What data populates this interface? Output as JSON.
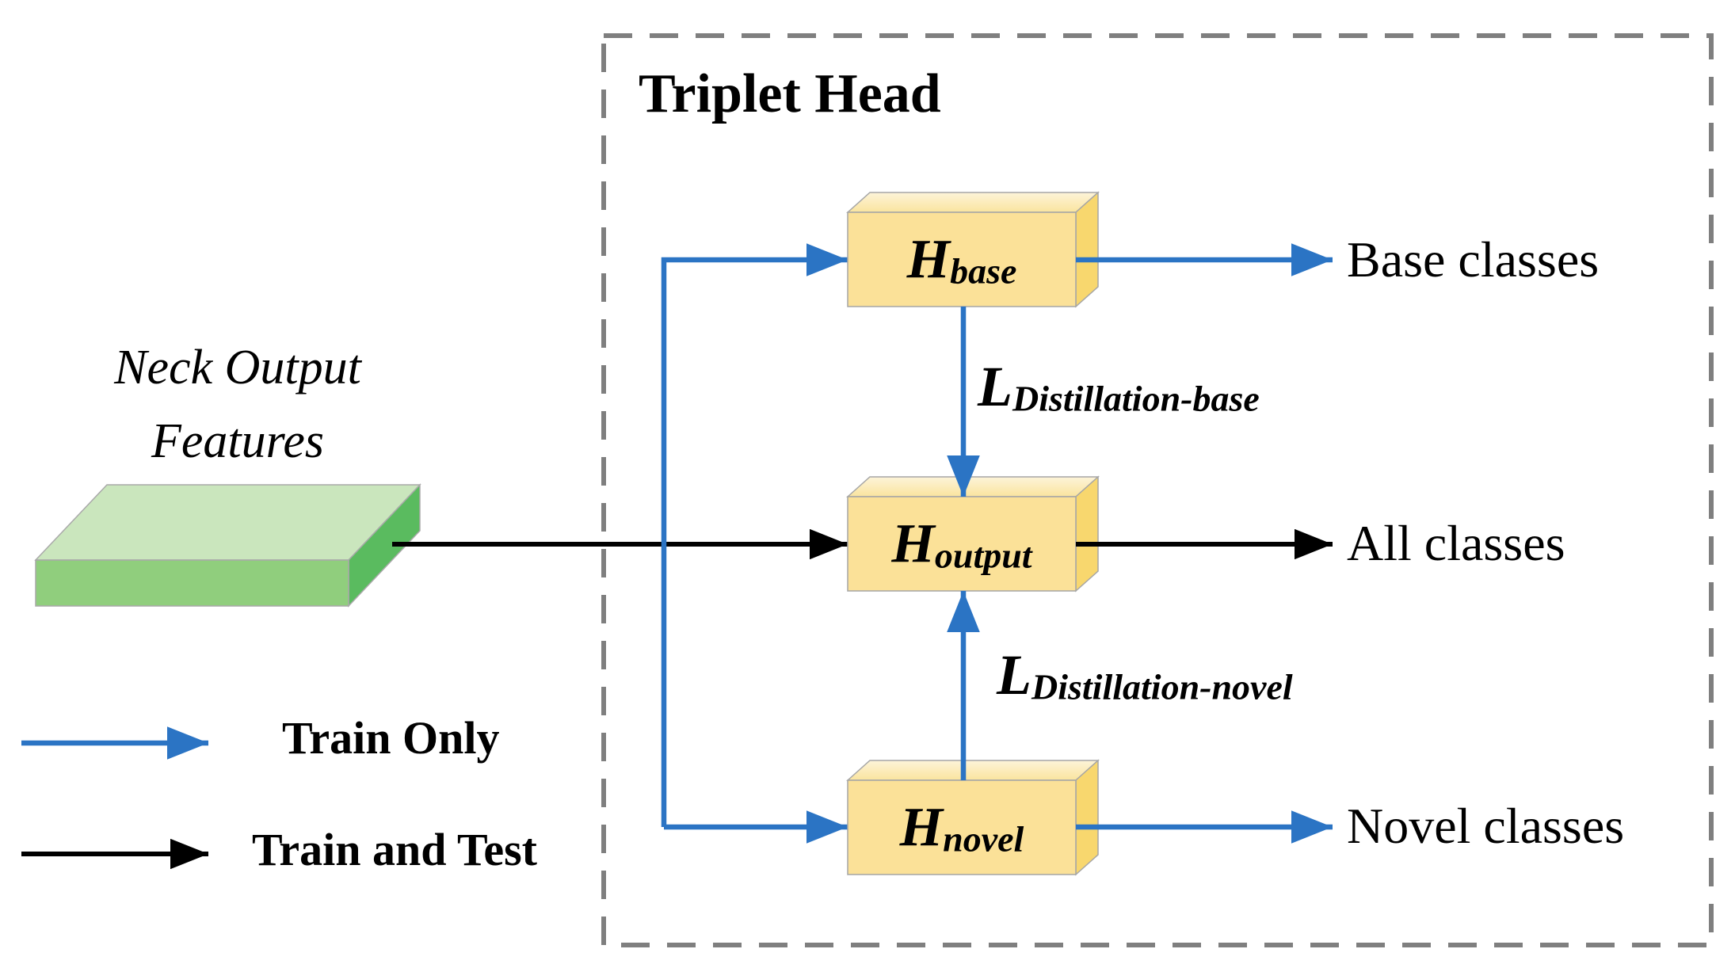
{
  "title": "Triplet Head",
  "input": {
    "line1": "Neck Output",
    "line2": "Features"
  },
  "boxes": {
    "base": {
      "main": "H",
      "sub": "base"
    },
    "output": {
      "main": "H",
      "sub": "output"
    },
    "novel": {
      "main": "H",
      "sub": "novel"
    }
  },
  "losses": {
    "base": {
      "main": "L",
      "sub": "Distillation-base"
    },
    "novel": {
      "main": "L",
      "sub": "Distillation-novel"
    }
  },
  "outputs": {
    "base": "Base classes",
    "all": "All classes",
    "novel": "Novel classes"
  },
  "legend": {
    "train_only": "Train Only",
    "train_and_test": "Train and Test"
  },
  "colors": {
    "train_only_arrow": "#2B74C4",
    "train_and_test_arrow": "#000000",
    "head_box_front": "#FBE198",
    "head_box_top_light": "#FDF4D9",
    "head_box_top_dark": "#FAE49E",
    "head_box_side": "#F8D76E",
    "feature_slab_top": "#CAE6BD",
    "feature_slab_front": "#90CE7D",
    "feature_slab_side": "#5ABB5F",
    "dashed_border": "#7F7F7F"
  }
}
